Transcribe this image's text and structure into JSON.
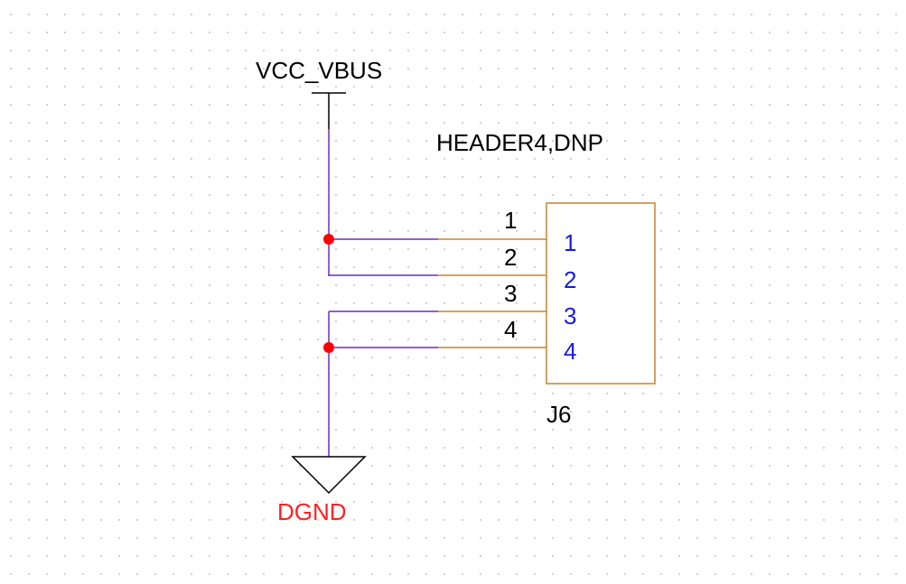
{
  "power": {
    "net_name": "VCC_VBUS"
  },
  "ground": {
    "net_name": "DGND"
  },
  "connector": {
    "part_value": "HEADER4,DNP",
    "refdes": "J6",
    "pin_numbers": [
      "1",
      "2",
      "3",
      "4"
    ],
    "pin_names": [
      "1",
      "2",
      "3",
      "4"
    ]
  },
  "colors": {
    "wire": "#6a2bc9",
    "pin": "#c9822b",
    "body_outline": "#c9822b",
    "junction": "#ff0000",
    "symbol": "#000000",
    "pin_name_text": "#1a1ae6",
    "ground_label": "#ff2020"
  }
}
